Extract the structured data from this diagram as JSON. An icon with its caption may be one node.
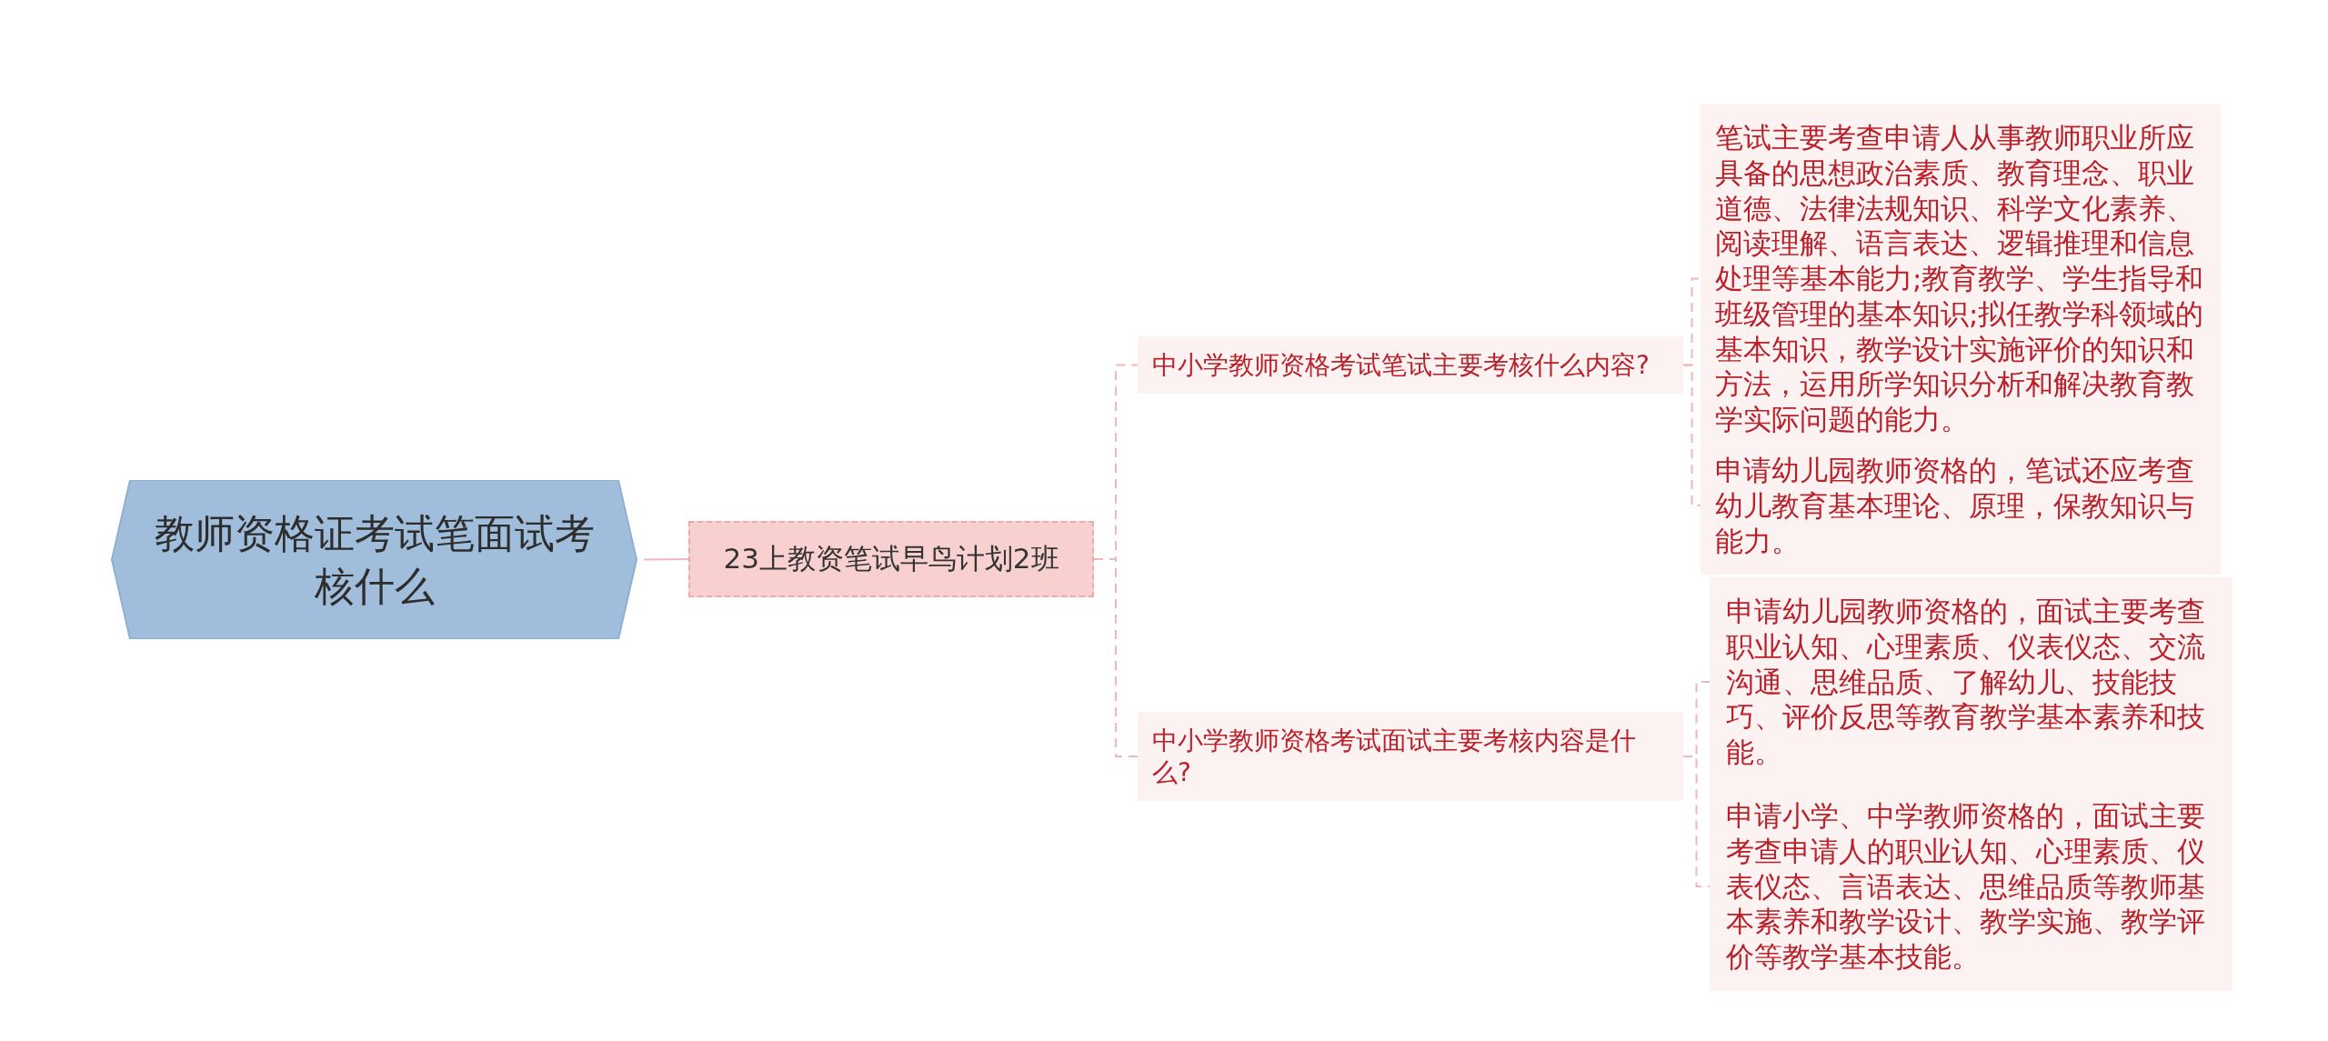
{
  "diagram": {
    "nodes": [
      {
        "text": [
          "教师资格证考试笔面试考核什么"
        ]
      },
      {
        "text": [
          "23上教资笔试早鸟计划2班"
        ]
      },
      {
        "text": [
          "中小学教师资格考试笔试主要考核什么内容?"
        ]
      },
      {
        "text": [
          "中小学教师资格考试面试主要考核内容是什么?"
        ]
      },
      {
        "text": [
          "笔试主要考查申请人从事教师职业所应具备的思想政治素质、教育理念、职业道德、法律法规知识、科学文化素养、阅读理解、语言表达、逻辑推理和信息处理等基本能力;教育教学、学生指导和班级管理的基本知识;拟任教学科领域的基本知识，教学设计实施评价的知识和方法，运用所学知识分析和解决教育教学实际问题的能力。"
        ]
      },
      {
        "text": [
          "申请幼儿园教师资格的，笔试还应考查幼儿教育基本理论、原理，保教知识与能力。"
        ]
      },
      {
        "text": [
          "申请幼儿园教师资格的，面试主要考查职业认知、心理素质、仪表仪态、交流沟通、思维品质、了解幼儿、技能技巧、评价反思等教育教学基本素养和技能。"
        ]
      },
      {
        "text": [
          "申请小学、中学教师资格的，面试主要考查申请人的职业认知、心理素质、仪表仪态、言语表达、思维品质等教师基本素养和教学设计、教学实施、教学评价等教学基本技能。"
        ]
      }
    ],
    "edges": [
      {
        "from": 0,
        "to": 1,
        "arrow": "none"
      },
      {
        "from": 1,
        "to": 2,
        "arrow": "none",
        "style": "dashed"
      },
      {
        "from": 1,
        "to": 3,
        "arrow": "none",
        "style": "dashed"
      },
      {
        "from": 2,
        "to": 4,
        "arrow": "none",
        "style": "dashed"
      },
      {
        "from": 2,
        "to": 5,
        "arrow": "none",
        "style": "dashed"
      },
      {
        "from": 3,
        "to": 6,
        "arrow": "none",
        "style": "dashed"
      },
      {
        "from": 3,
        "to": 7,
        "arrow": "none",
        "style": "dashed"
      }
    ]
  }
}
